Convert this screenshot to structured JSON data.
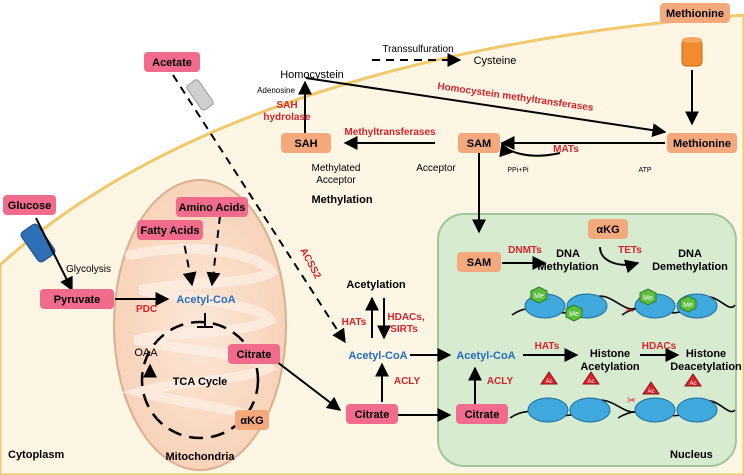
{
  "labels": {
    "cytoplasm": "Cytoplasm",
    "nucleus": "Nucleus",
    "mitochondria": "Mitochondria",
    "tca_cycle": "TCA Cycle",
    "oaa": "OAA",
    "methylation": "Methylation",
    "acetylation": "Acetylation",
    "glycolysis": "Glycolysis",
    "transsulfuration": "Transsulfuration",
    "homocystein": "Homocystein",
    "cysteine": "Cysteine",
    "adenosine": "Adenosine",
    "methylated_acceptor_1": "Methylated",
    "methylated_acceptor_2": "Acceptor",
    "acceptor": "Acceptor",
    "ppi_pi": "PPi+Pi",
    "atp": "ATP",
    "dna_methylation_1": "DNA",
    "dna_methylation_2": "Methylation",
    "dna_demethylation_1": "DNA",
    "dna_demethylation_2": "Demethylation",
    "histone_acetylation_1": "Histone",
    "histone_acetylation_2": "Acetylation",
    "histone_deacetylation_1": "Histone",
    "histone_deacetylation_2": "Deacetylation",
    "acetyl_coa_mito": "Acetyl-CoA",
    "acetyl_coa_cyto": "Acetyl-CoA",
    "acetyl_coa_nuc": "Acetyl-CoA"
  },
  "boxes": {
    "glucose": "Glucose",
    "pyruvate": "Pyruvate",
    "acetate": "Acetate",
    "amino_acids": "Amino Acids",
    "fatty_acids": "Fatty Acids",
    "citrate_mito": "Citrate",
    "akg_mito": "αKG",
    "sah": "SAH",
    "sam_cyto": "SAM",
    "methionine_top": "Methionine",
    "methionine_right": "Methionine",
    "sam_nuc": "SAM",
    "akg_nuc": "αKG",
    "citrate_cyto": "Citrate",
    "citrate_nuc": "Citrate"
  },
  "enzymes": {
    "pdc": "PDC",
    "acss2": "ACSS2",
    "sah_hydrolase_1": "SAH",
    "sah_hydrolase_2": "hydrolase",
    "methyltransferases": "Methyltransferases",
    "homocystein_methyltransferases": "Homocystein methyltransferases",
    "mats": "MATs",
    "dnmts": "DNMTs",
    "tets": "TETs",
    "hats_cyto": "HATs",
    "hdacs_sirts_1": "HDACs,",
    "hdacs_sirts_2": "SIRTs",
    "acly_cyto": "ACLY",
    "acly_nuc": "ACLY",
    "hats_nuc": "HATs",
    "hdacs_nuc": "HDACs"
  },
  "marks": {
    "methyl": "Me",
    "acetyl": "Ac"
  },
  "colors": {
    "cell": "#fdf6e4",
    "cell_border": "#f1c96b",
    "mito_fill": "#f8d6c0",
    "mito_border": "#d8b090",
    "nucleus_fill": "#d7ebd1",
    "nucleus_border": "#9fc79a",
    "pink_box": "#f06b8c",
    "orange_box": "#f4a97c",
    "enzyme_red": "#d9232a",
    "acetyl_blue": "#2a6cbf",
    "nucleosome": "#3fa9dd",
    "methyl_mark": "#5cbf3f",
    "acetyl_mark": "#d9232a"
  }
}
